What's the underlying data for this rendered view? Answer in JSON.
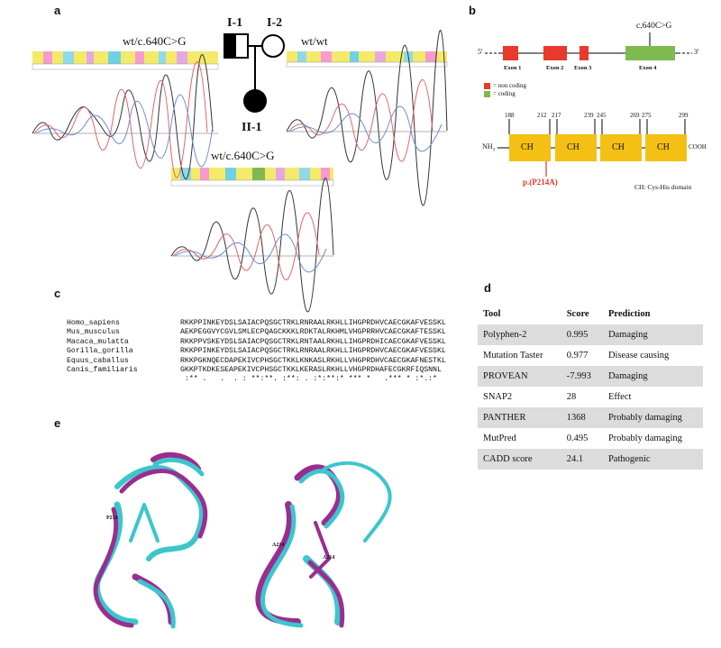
{
  "panels": {
    "a": {
      "letter": "a",
      "pedigree": {
        "father_id": "I-1",
        "mother_id": "I-2",
        "child_id": "II-1"
      },
      "genotypes": {
        "father": "wt/c.640C>G",
        "mother": "wt/wt",
        "child": "wt/c.640C>G"
      }
    },
    "b": {
      "letter": "b",
      "variant": "c.640C>G",
      "five_prime": "5'",
      "three_prime": "3'",
      "exons": [
        "Exon 1",
        "Exon 2",
        "Exon 3",
        "Exon 4"
      ],
      "legend": [
        {
          "label": "= non coding",
          "color": "#e8392b"
        },
        {
          "label": "= coding",
          "color": "#7dba4f"
        }
      ],
      "domain_positions": [
        "188",
        "212",
        "217",
        "239",
        "245",
        "269",
        "275",
        "299"
      ],
      "domains": [
        "CH",
        "CH",
        "CH",
        "CH"
      ],
      "n_term": "NH",
      "n_term_sub": "3",
      "c_term": "COOH",
      "protein_variant": "p.(P214A)",
      "domain_key": "CH: Cys-His domain",
      "colors": {
        "domain": "#f4c013",
        "variant": "#e03a2a"
      }
    },
    "c": {
      "letter": "c",
      "species": [
        "Homo_sapiens",
        "Mus_musculus",
        "Macaca_mulatta",
        "Gorilla_gorilla",
        "Equus_caballus",
        "Canis_familiaris"
      ],
      "sequences": [
        "RKKPPINKEYDSLSAIACPQSGCTRKLRNRAALRKHLLIHGPRDHVCAECGKAFVESSKL",
        "AEKPEGGVYCGVLSMLECPQAGCKKKLRDKTALRKHMLVHGPRRHVCAECGKAFTESSKL",
        "RKKPPVSKEYDSLSAIACPQSGCTRKLRNTAALRKHLLIHGPRDHICAECGKAFVESSKL",
        "RKKPPINKEYDSLSAIACPQSGCTRKLRNRAALRKHLLIHGPRDHVCAECGKAFVESSKL",
        "RKKPGKNQECDAPEKIVCPHSGCTKKLKNKASLRKHLLVHGPRDHVCAECGKAFNESTKL",
        "GKKPTKDKESEAPEKIVCPHSGCTKKLKERASLRKHLLVHGPRDHAFECGKRFIQSNNL"
      ],
      "conservation": " :** .   .  . : **:**. :**: . :*:**:* *** *   .*** * :*.:*"
    },
    "d": {
      "letter": "d",
      "headers": [
        "Tool",
        "Score",
        "Prediction"
      ],
      "rows": [
        {
          "tool": "Polyphen-2",
          "score": "0.995",
          "prediction": "Damaging"
        },
        {
          "tool": "Mutation Taster",
          "score": "0.977",
          "prediction": "Disease causing"
        },
        {
          "tool": "PROVEAN",
          "score": "-7.993",
          "prediction": "Damaging"
        },
        {
          "tool": "SNAP2",
          "score": "28",
          "prediction": "Effect"
        },
        {
          "tool": "PANTHER",
          "score": "1368",
          "prediction": "Probably damaging"
        },
        {
          "tool": "MutPred",
          "score": "0.495",
          "prediction": "Probably damaging"
        },
        {
          "tool": "CADD score",
          "score": "24.1",
          "prediction": "Pathogenic"
        }
      ]
    },
    "e": {
      "letter": "e",
      "labels": {
        "left": "P214",
        "right_1": "A214",
        "right_2": "A214"
      },
      "colors": {
        "wt": "#3cc6cc",
        "mut": "#9b2d8f"
      }
    }
  }
}
